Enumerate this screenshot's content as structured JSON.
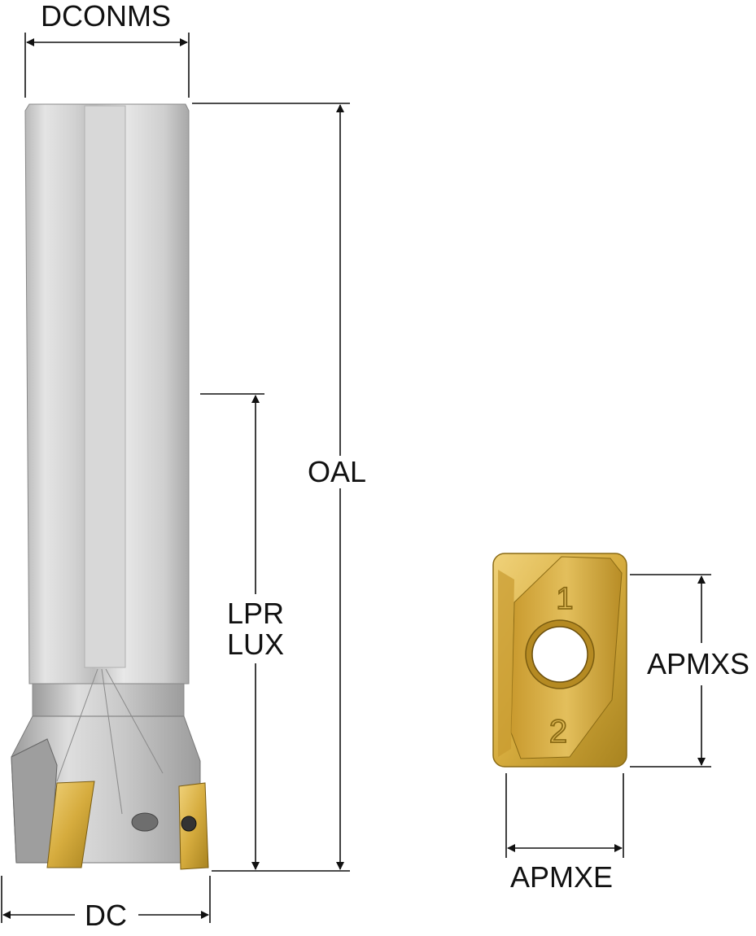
{
  "labels": {
    "dconms": "DCONMS",
    "oal": "OAL",
    "lpr": "LPR",
    "lux": "LUX",
    "dc": "DC",
    "apmxs": "APMXS",
    "apmxe": "APMXE"
  },
  "insert_markings": {
    "top": "1",
    "bottom": "2"
  },
  "colors": {
    "shank_light": "#e6e6e6",
    "shank_mid": "#c4c4c4",
    "shank_dark": "#8e8e8e",
    "insert_gold": "#d9b24a",
    "insert_gold_dark": "#9c7a1c",
    "line": "#111111"
  }
}
